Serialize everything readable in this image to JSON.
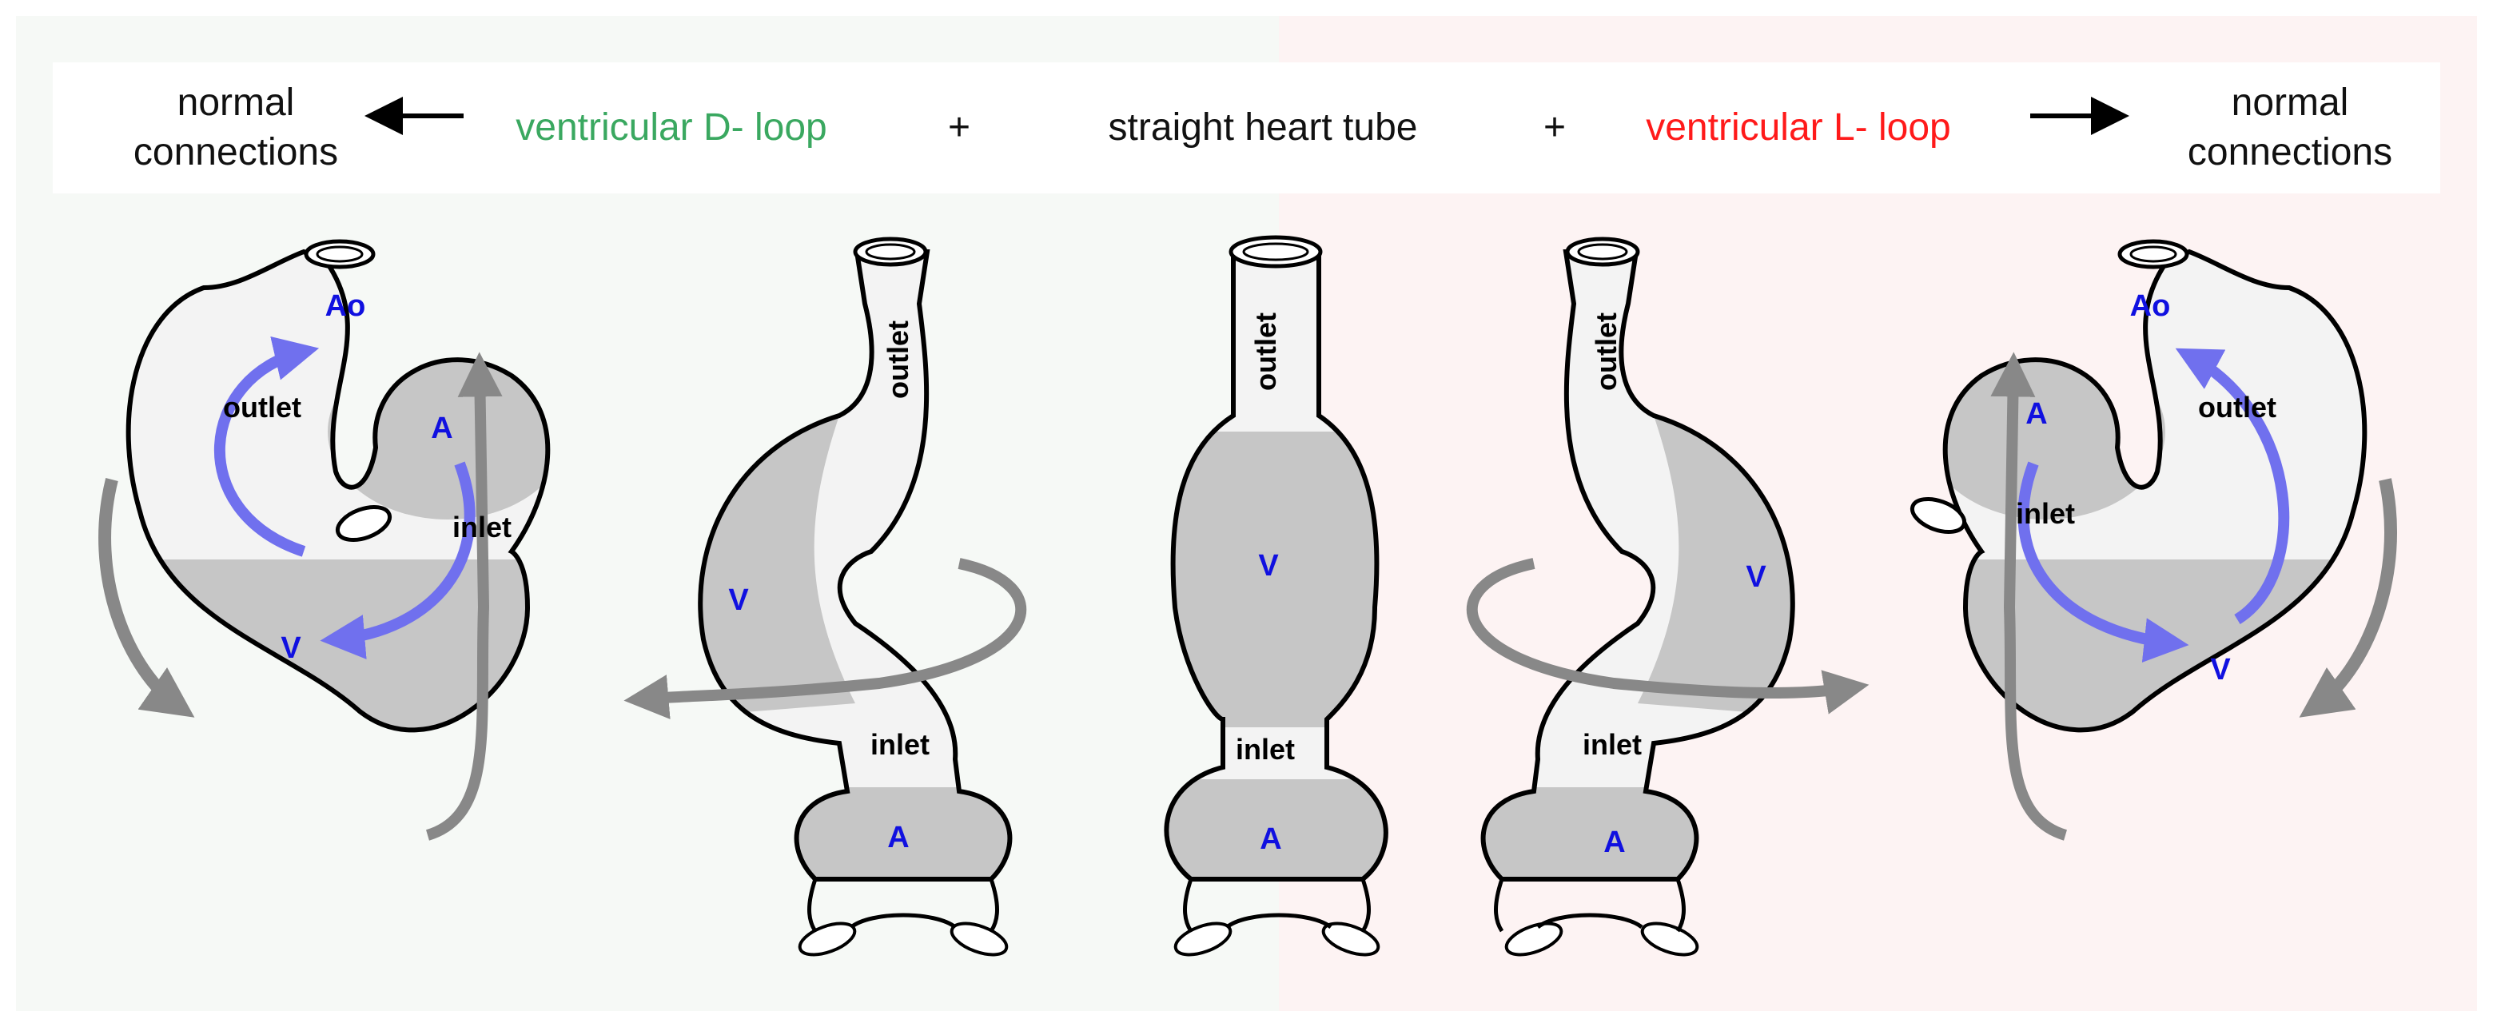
{
  "header": {
    "left_result": "normal\nconnections",
    "d_loop": "ventricular D- loop",
    "plus_left": "+",
    "tube": "straight heart tube",
    "plus_right": "+",
    "l_loop": "ventricular L- loop",
    "right_result": "normal\nconnections"
  },
  "labels": {
    "outlet": "outlet",
    "inlet": "inlet",
    "atrium": "A",
    "ventricle": "V",
    "aorta": "Ao"
  },
  "colors": {
    "d_loop": "#3aa860",
    "l_loop": "#ff1a1a",
    "label_blue": "#1010e0",
    "flow_arrow": "#7070ee",
    "rotation_arrow": "#808080",
    "tissue_dark": "#c6c6c6",
    "tissue_light": "#f3f3f3",
    "panel_left": "#f6f9f6",
    "panel_right": "#fdf3f3"
  }
}
